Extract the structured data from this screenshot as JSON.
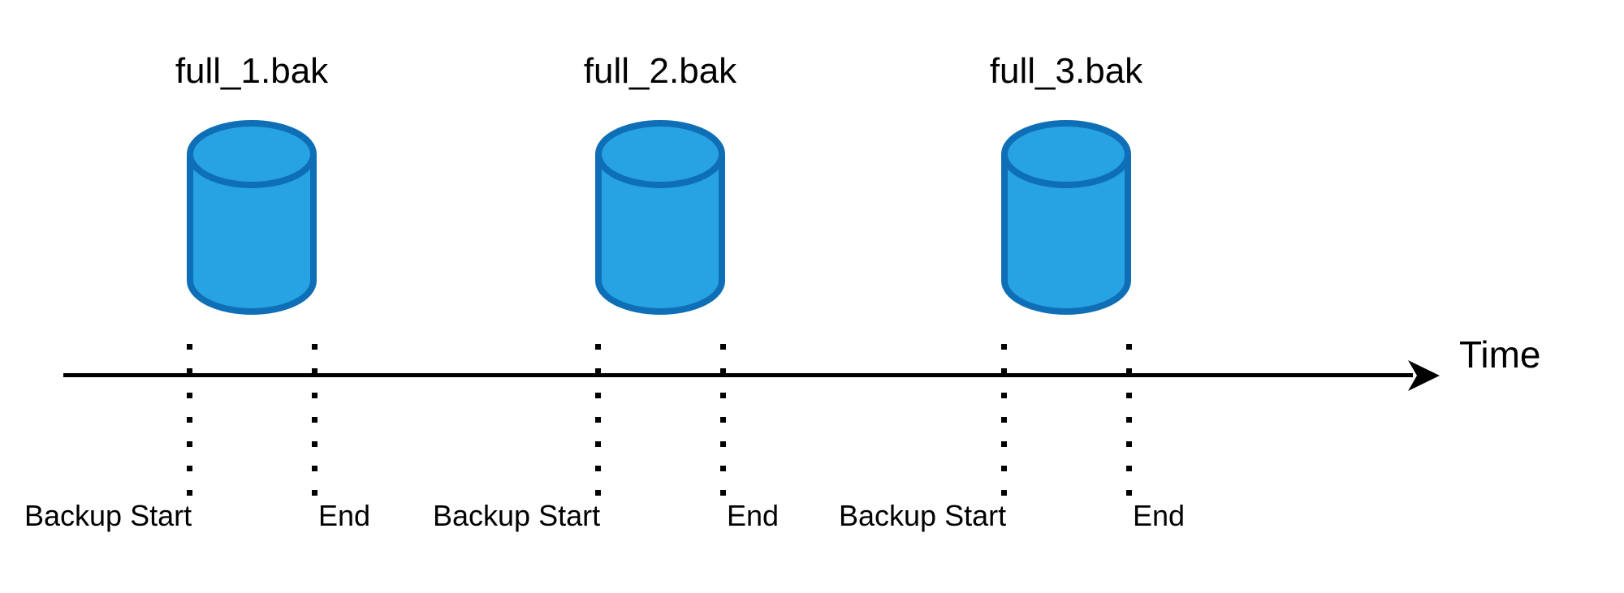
{
  "colors": {
    "background": "#FFFFFF",
    "line_color": "#000000",
    "cylinder_fill": "#27A2E2",
    "cylinder_stroke": "#0F6FB6"
  },
  "timeline": {
    "axis_label": "Time"
  },
  "backups": [
    {
      "file_label": "full_1.bak",
      "start_label": "Backup Start",
      "end_label": "End"
    },
    {
      "file_label": "full_2.bak",
      "start_label": "Backup Start",
      "end_label": "End"
    },
    {
      "file_label": "full_3.bak",
      "start_label": "Backup Start",
      "end_label": "End"
    }
  ]
}
